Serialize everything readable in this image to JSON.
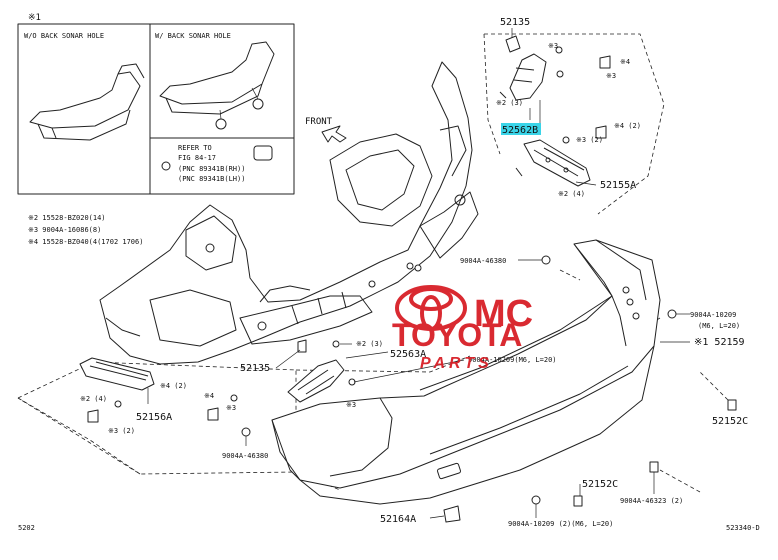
{
  "inset": {
    "marker": "※1",
    "panel_left_title": "W/O BACK SONAR HOLE",
    "panel_right_title": "W/ BACK SONAR HOLE",
    "refer_line1": "REFER TO",
    "refer_line2": "FIG 84-17",
    "refer_line3": "(PNC 89341B(RH))",
    "refer_line4": "(PNC 89341B(LH))"
  },
  "notes": {
    "n2": "※2 15528-BZ020(14)",
    "n3": "※3  9004A-16086(8)",
    "n4": "※4 15528-BZ040(4(1702 1706)"
  },
  "front_label": "FRONT",
  "watermark": {
    "mc": "MC",
    "toyota": "TOYOTA",
    "parts": "PARTS",
    "brand_color": "#d81f26"
  },
  "callouts": {
    "p52135_top": "52135",
    "p3_top": "※3",
    "p4_top": "※4",
    "p3_right": "※3",
    "p2_3_top": "※2 (3)",
    "p52562b": "52562B",
    "p4_2_right": "※4 (2)",
    "p3_2_right": "※3 (2)",
    "p2_4_right": "※2 (4)",
    "p52155a": "52155A",
    "p9004a_46380_top": "9004A-46380",
    "p9004a_10209_right": "9004A-10209",
    "p_m6_l20_right": "(M6, L=20)",
    "p1_52159": "※1 52159",
    "p52152c_right": "52152C",
    "p52135_mid": "52135",
    "p2_3_mid": "※2 (3)",
    "p52563a": "52563A",
    "p9004a_10209_mid": "9004A-10209(M6, L=20)",
    "p3_mid": "※3",
    "p4_2_left": "※4 (2)",
    "p3_2_left": "※3 (2)",
    "p2_4_left": "※2 (4)",
    "p52156a": "52156A",
    "p4_left": "※4",
    "p3_left": "※3",
    "p9004a_46380_bottom": "9004A-46380",
    "p52152c_bottom": "52152C",
    "p9004a_46323": "9004A-46323 (2)",
    "p52164a": "52164A",
    "p9004a_10209_bottom": "9004A-10209 (2)(M6, L=20)",
    "page_ref": "5202",
    "figure_code": "523340-D"
  },
  "highlight_color": "#3ad4e8"
}
